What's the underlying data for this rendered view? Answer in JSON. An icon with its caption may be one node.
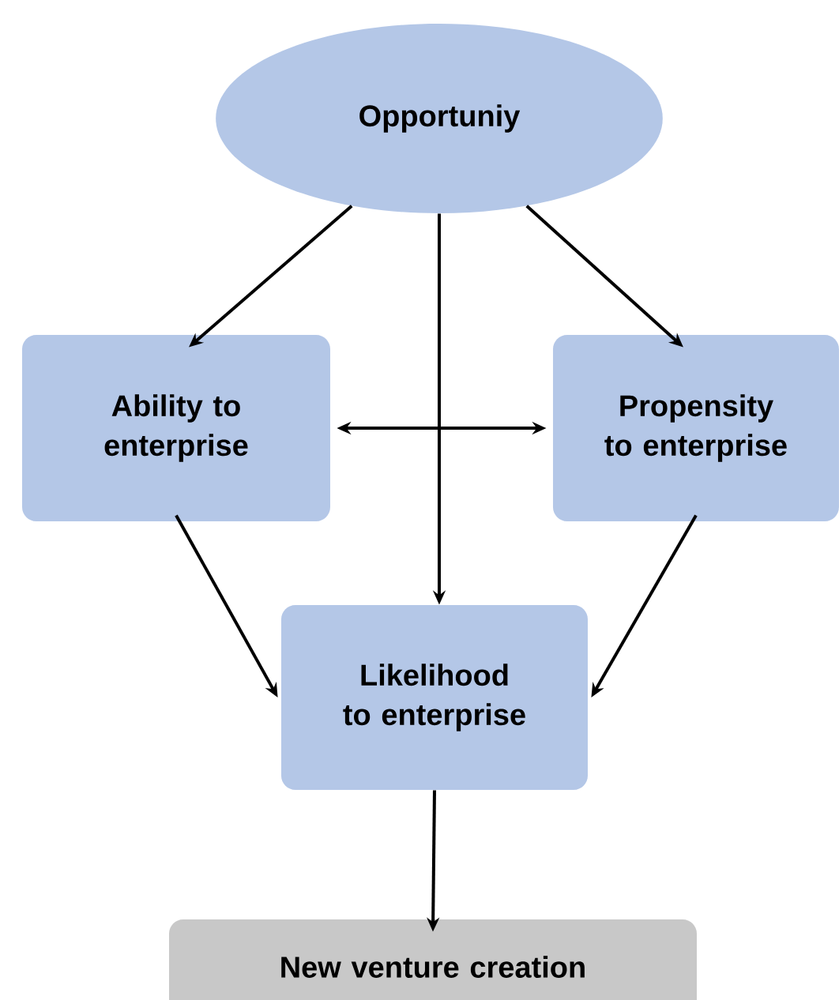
{
  "diagram": {
    "nodes": [
      {
        "text": [
          "Opportuniy"
        ]
      },
      {
        "text": [
          "Ability to enterprise"
        ]
      },
      {
        "text": [
          "Propensity to enterprise"
        ]
      },
      {
        "text": [
          "Likelihood to enterprise"
        ]
      },
      {
        "text": [
          "New venture creation"
        ]
      }
    ],
    "edges": [
      {
        "from": 0,
        "to": 1,
        "arrow": "to"
      },
      {
        "from": 0,
        "to": 2,
        "arrow": "to"
      },
      {
        "from": 0,
        "to": 3,
        "arrow": "to"
      },
      {
        "from": 1,
        "to": 2,
        "arrow": "both"
      },
      {
        "from": 1,
        "to": 3,
        "arrow": "to"
      },
      {
        "from": 2,
        "to": 3,
        "arrow": "to"
      },
      {
        "from": 3,
        "to": 4,
        "arrow": "to"
      }
    ]
  }
}
